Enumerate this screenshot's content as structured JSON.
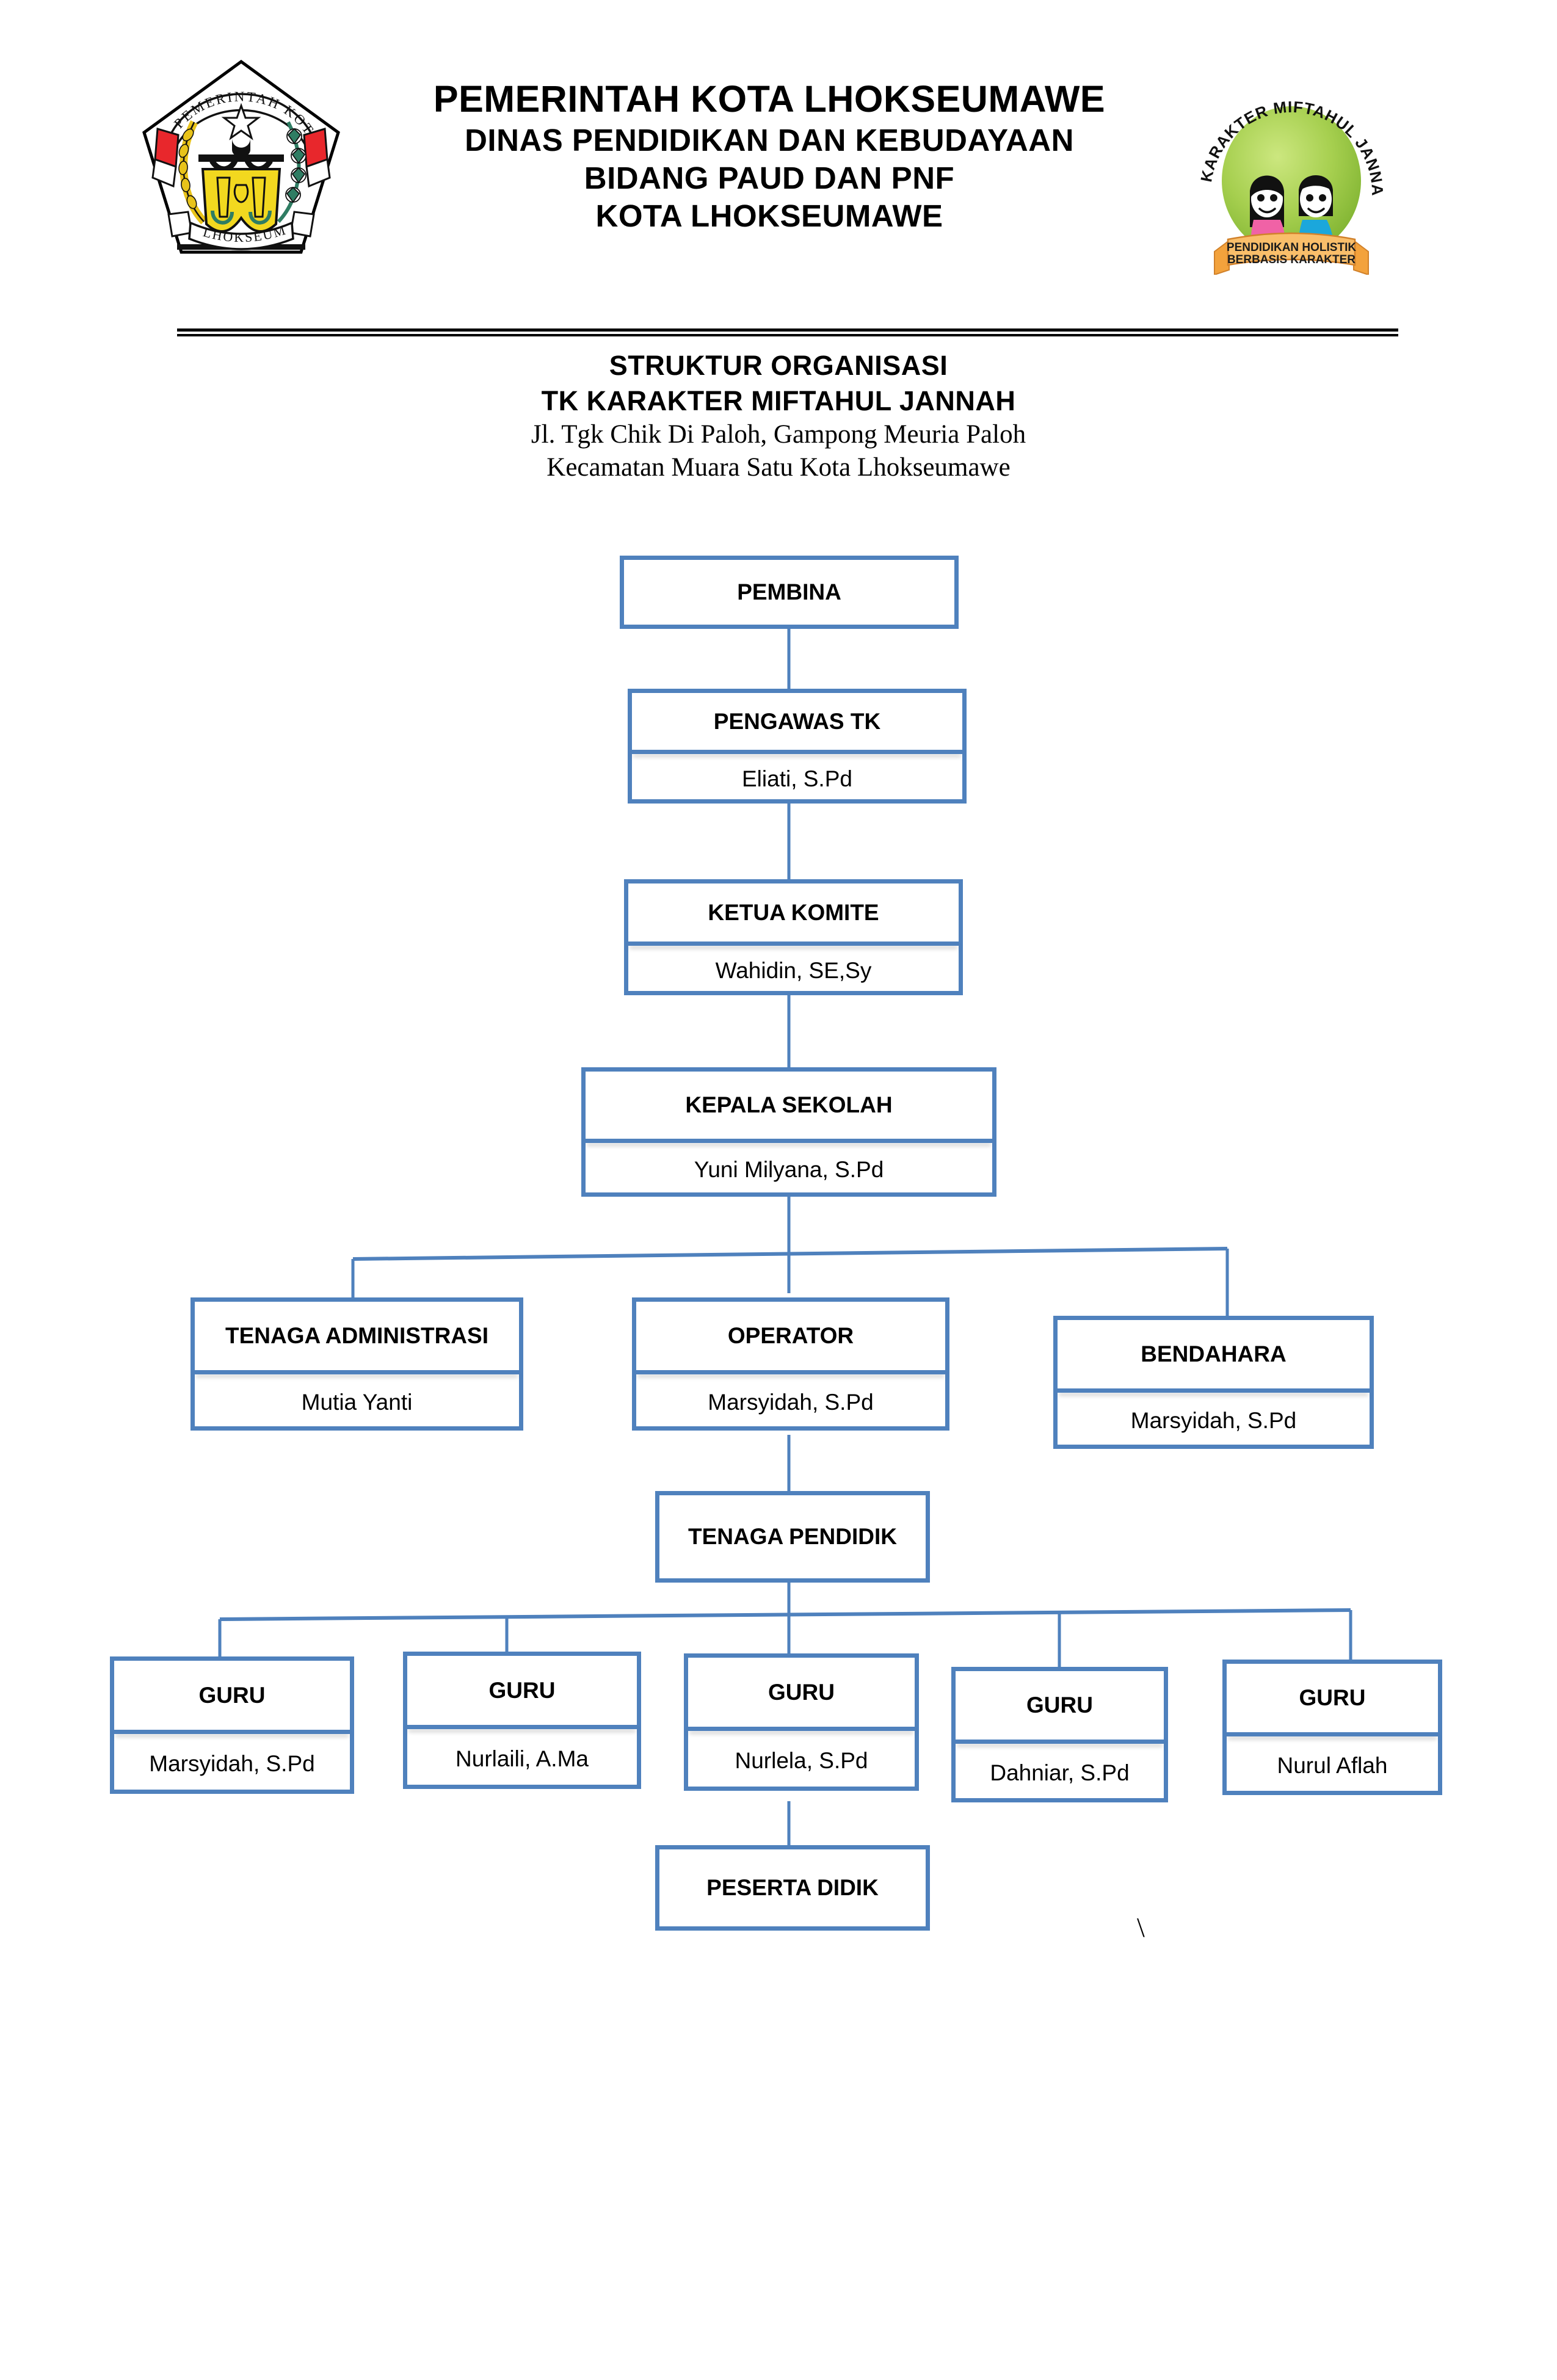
{
  "header": {
    "logo_left_name": "lhokseumawe-city-emblem",
    "logo_left_text_top": "PEMERINTAH KOTA",
    "logo_left_text_bottom": "LHOKSEUMAWE",
    "logo_right_name": "tk-karakter-miftahul-jannah-logo",
    "logo_right_arc_text": "KARAKTER MIFTAHUL JANNAH",
    "logo_right_ribbon_line1": "PENDIDIKAN HOLISTIK",
    "logo_right_ribbon_line2": "BERBASIS KARAKTER",
    "line1": "PEMERINTAH KOTA LHOKSEUMAWE",
    "line2": "DINAS PENDIDIKAN DAN KEBUDAYAAN",
    "line3": "BIDANG PAUD DAN PNF",
    "line4": "KOTA LHOKSEUMAWE"
  },
  "subtitle": {
    "line1": "STRUKTUR ORGANISASI",
    "line2": "TK KARAKTER MIFTAHUL JANNAH",
    "address1": "Jl. Tgk Chik Di Paloh, Gampong Meuria Paloh",
    "address2": "Kecamatan Muara Satu Kota Lhokseumawe"
  },
  "colors": {
    "box_border": "#4F81BD",
    "connector": "#4F81BD",
    "text": "#000000",
    "background": "#FFFFFF"
  },
  "chart_data": {
    "type": "diagram",
    "title": "STRUKTUR ORGANISASI TK KARAKTER MIFTAHUL JANNAH",
    "nodes": [
      {
        "id": "pembina",
        "title": "PEMBINA",
        "person": ""
      },
      {
        "id": "pengawas",
        "title": "PENGAWAS TK",
        "person": "Eliati, S.Pd"
      },
      {
        "id": "komite",
        "title": "KETUA KOMITE",
        "person": "Wahidin, SE,Sy"
      },
      {
        "id": "kepala",
        "title": "KEPALA SEKOLAH",
        "person": "Yuni Milyana, S.Pd"
      },
      {
        "id": "admin",
        "title": "TENAGA ADMINISTRASI",
        "person": "Mutia Yanti"
      },
      {
        "id": "operator",
        "title": "OPERATOR",
        "person": "Marsyidah, S.Pd"
      },
      {
        "id": "bendahara",
        "title": "BENDAHARA",
        "person": "Marsyidah, S.Pd"
      },
      {
        "id": "pendidik",
        "title": "TENAGA PENDIDIK",
        "person": ""
      },
      {
        "id": "guru1",
        "title": "GURU",
        "person": "Marsyidah, S.Pd"
      },
      {
        "id": "guru2",
        "title": "GURU",
        "person": "Nurlaili, A.Ma"
      },
      {
        "id": "guru3",
        "title": "GURU",
        "person": "Nurlela, S.Pd"
      },
      {
        "id": "guru4",
        "title": "GURU",
        "person": "Dahniar, S.Pd"
      },
      {
        "id": "guru5",
        "title": "GURU",
        "person": "Nurul Aflah"
      },
      {
        "id": "peserta",
        "title": "PESERTA DIDIK",
        "person": ""
      }
    ],
    "edges": [
      [
        "pembina",
        "pengawas"
      ],
      [
        "pengawas",
        "komite"
      ],
      [
        "komite",
        "kepala"
      ],
      [
        "kepala",
        "admin"
      ],
      [
        "kepala",
        "operator"
      ],
      [
        "kepala",
        "bendahara"
      ],
      [
        "operator",
        "pendidik"
      ],
      [
        "pendidik",
        "guru1"
      ],
      [
        "pendidik",
        "guru2"
      ],
      [
        "pendidik",
        "guru3"
      ],
      [
        "pendidik",
        "guru4"
      ],
      [
        "pendidik",
        "guru5"
      ],
      [
        "guru3",
        "peserta"
      ]
    ]
  },
  "stray_mark": "\\"
}
